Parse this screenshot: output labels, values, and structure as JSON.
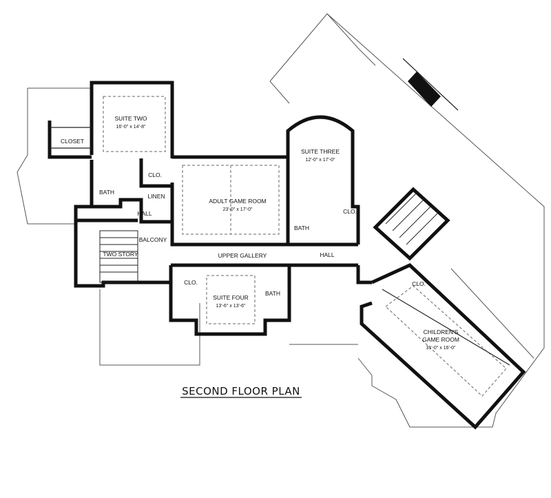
{
  "plan": {
    "title": "SECOND FLOOR PLAN",
    "rooms": {
      "suite_two": {
        "name": "SUITE TWO",
        "dims": "16'-0\" x 14'-8\""
      },
      "suite_three": {
        "name": "SUITE THREE",
        "dims": "12'-0\" x 17'-0\""
      },
      "adult_game_room": {
        "name": "ADULT GAME ROOM",
        "dims": "23'-0\" x 17'-0\""
      },
      "suite_four": {
        "name": "SUITE FOUR",
        "dims": "13'-6\" x 13'-6\""
      },
      "childrens_game_room": {
        "name": "CHILDREN'S",
        "name2": "GAME ROOM",
        "dims": "31'-0\" x 16'-0\""
      }
    },
    "labels": {
      "closet": "CLOSET",
      "clo_a": "CLO.",
      "clo_b": "CLO.",
      "clo_c": "CLO.",
      "clo_d": "CLO.",
      "linen": "LINEN",
      "bath_a": "BATH",
      "bath_b": "BATH",
      "bath_c": "BATH",
      "hall_a": "HALL",
      "hall_b": "HALL",
      "balcony": "BALCONY",
      "two_story": "TWO STORY",
      "upper_gallery": "UPPER GALLERY"
    }
  }
}
